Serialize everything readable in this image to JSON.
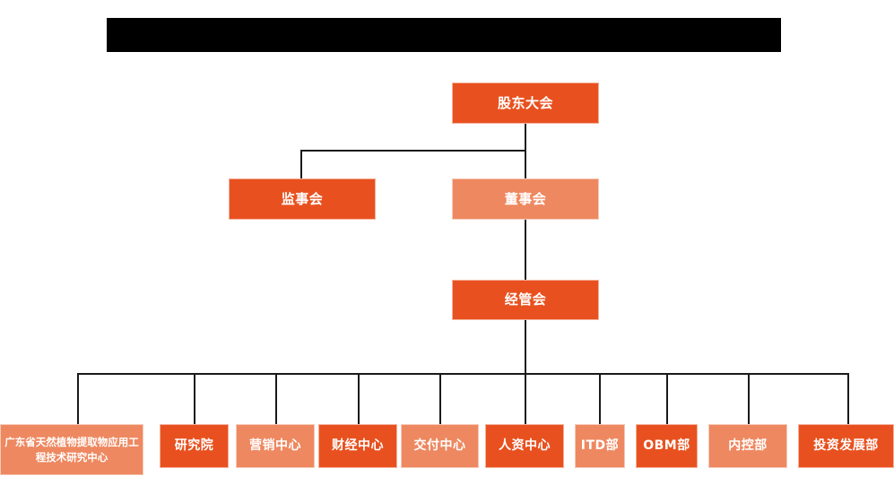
{
  "banner": {
    "name": "title-banner-redacted",
    "text": ""
  },
  "chart": {
    "type": "org-chart",
    "levels": [
      {
        "name": "level-1",
        "nodes": [
          {
            "id": "shareholders-meeting",
            "label": "股东大会",
            "color": "#e8511f",
            "style": "dark"
          }
        ]
      },
      {
        "name": "level-2",
        "nodes": [
          {
            "id": "board-of-supervisors",
            "label": "监事会",
            "color": "#e8511f",
            "style": "dark"
          },
          {
            "id": "board-of-directors",
            "label": "董事会",
            "color": "#ee8860",
            "style": "light"
          }
        ]
      },
      {
        "name": "level-3",
        "nodes": [
          {
            "id": "management-committee",
            "label": "经管会",
            "color": "#e8511f",
            "style": "dark"
          }
        ]
      },
      {
        "name": "level-4-departments",
        "nodes": [
          {
            "id": "gd-plant-extract-center",
            "label": "广东省天然植物提取物应用工程技术研究中心",
            "color": "#ee8860",
            "style": "light"
          },
          {
            "id": "research-institute",
            "label": "研究院",
            "color": "#e8511f",
            "style": "dark"
          },
          {
            "id": "marketing-center",
            "label": "营销中心",
            "color": "#ee8860",
            "style": "light"
          },
          {
            "id": "finance-center",
            "label": "财经中心",
            "color": "#e8511f",
            "style": "dark"
          },
          {
            "id": "delivery-center",
            "label": "交付中心",
            "color": "#ee8860",
            "style": "light"
          },
          {
            "id": "hr-center",
            "label": "人资中心",
            "color": "#e8511f",
            "style": "dark"
          },
          {
            "id": "itd-department",
            "label": "ITD部",
            "color": "#ee8860",
            "style": "light"
          },
          {
            "id": "obm-department",
            "label": "OBM部",
            "color": "#e8511f",
            "style": "dark"
          },
          {
            "id": "internal-control-department",
            "label": "内控部",
            "color": "#ee8860",
            "style": "light"
          },
          {
            "id": "investment-development-department",
            "label": "投资发展部",
            "color": "#e8511f",
            "style": "dark"
          }
        ]
      }
    ],
    "colors": {
      "accent_dark": "#e8511f",
      "accent_light": "#ee8860",
      "connector": "#1a1a1a",
      "background": "#ffffff",
      "banner": "#000000",
      "text": "#ffffff"
    }
  }
}
